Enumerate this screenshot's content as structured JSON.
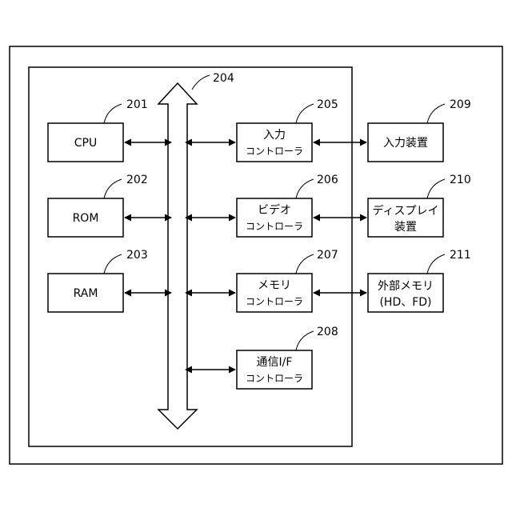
{
  "bus": {
    "ref": "204"
  },
  "blocks": {
    "cpu": {
      "label": "CPU",
      "ref": "201"
    },
    "rom": {
      "label": "ROM",
      "ref": "202"
    },
    "ram": {
      "label": "RAM",
      "ref": "203"
    },
    "input_controller": {
      "line1": "入力",
      "line2": "コントローラ",
      "ref": "205"
    },
    "video_controller": {
      "line1": "ビデオ",
      "line2": "コントローラ",
      "ref": "206"
    },
    "memory_controller": {
      "line1": "メモリ",
      "line2": "コントローラ",
      "ref": "207"
    },
    "comm_if_controller": {
      "line1": "通信I/F",
      "line2": "コントローラ",
      "ref": "208"
    },
    "input_device": {
      "label": "入力装置",
      "ref": "209"
    },
    "display_device": {
      "line1": "ディスプレイ",
      "line2": "装置",
      "ref": "210"
    },
    "external_memory": {
      "line1": "外部メモリ",
      "line2": "(HD、FD)",
      "ref": "211"
    }
  }
}
